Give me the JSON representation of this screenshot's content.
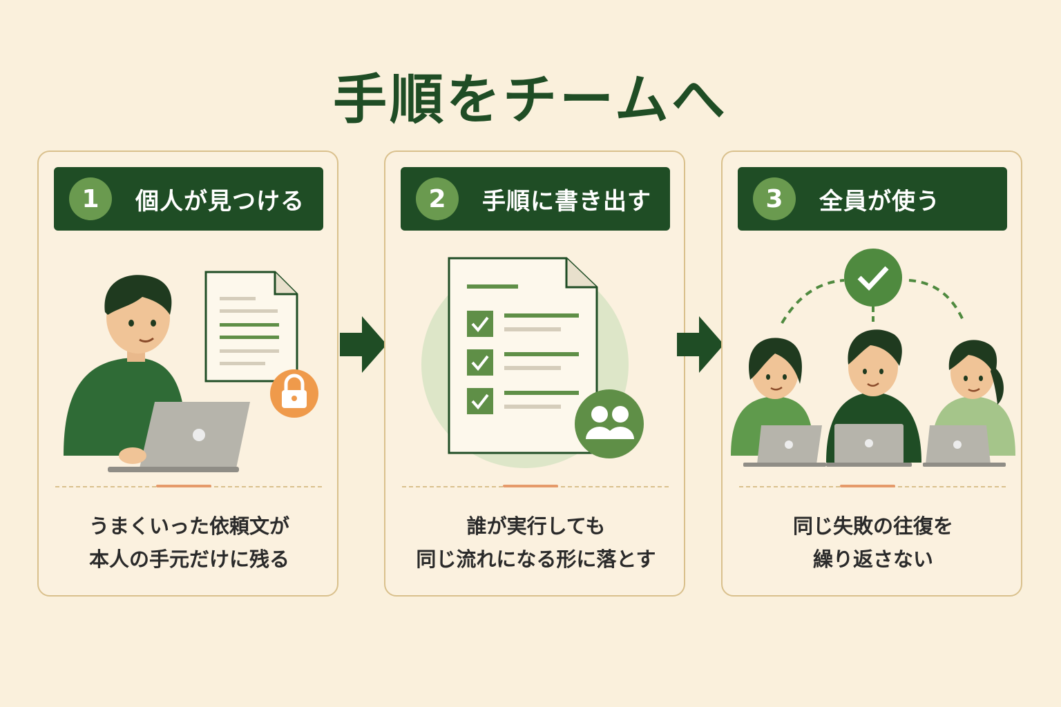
{
  "title": "手順をチームへ",
  "steps": [
    {
      "number": "1",
      "label": "個人が見つける",
      "desc_line1": "うまくいった依頼文が",
      "desc_line2": "本人の手元だけに残る"
    },
    {
      "number": "2",
      "label": "手順に書き出す",
      "desc_line1": "誰が実行しても",
      "desc_line2": "同じ流れになる形に落とす"
    },
    {
      "number": "3",
      "label": "全員が使う",
      "desc_line1": "同じ失敗の往復を",
      "desc_line2": "繰り返さない"
    }
  ],
  "colors": {
    "background": "#faf0dc",
    "dark_green": "#1f4d25",
    "mid_green": "#5f8f47",
    "light_green": "#a5c58a",
    "accent_orange": "#ef9a4b",
    "card_border": "#d9c08c"
  },
  "icons": [
    "person-laptop-icon",
    "document-icon",
    "lock-icon",
    "checklist-document-icon",
    "team-icon",
    "check-circle-icon",
    "three-people-laptops-icon",
    "arrow-right-icon"
  ]
}
